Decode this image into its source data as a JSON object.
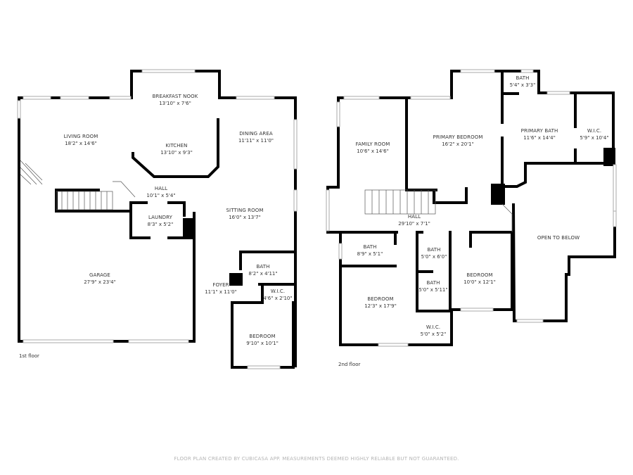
{
  "floors": [
    {
      "name": "1st floor",
      "rooms": [
        {
          "name": "LIVING ROOM",
          "dims": "18'2\" x 14'6\""
        },
        {
          "name": "BREAKFAST NOOK",
          "dims": "13'10\" x 7'6\""
        },
        {
          "name": "KITCHEN",
          "dims": "13'10\" x 9'3\""
        },
        {
          "name": "DINING AREA",
          "dims": "11'11\" x 11'0\""
        },
        {
          "name": "HALL",
          "dims": "10'1\" x 5'4\""
        },
        {
          "name": "LAUNDRY",
          "dims": "8'3\" x 5'2\""
        },
        {
          "name": "SITTING ROOM",
          "dims": "16'0\" x 13'7\""
        },
        {
          "name": "GARAGE",
          "dims": "27'9\" x 23'4\""
        },
        {
          "name": "BATH",
          "dims": "8'2\" x 4'11\""
        },
        {
          "name": "FOYER",
          "dims": "11'1\" x 11'0\""
        },
        {
          "name": "W.I.C.",
          "dims": "4'6\" x 2'10\""
        },
        {
          "name": "BEDROOM",
          "dims": "9'10\" x 10'1\""
        }
      ]
    },
    {
      "name": "2nd floor",
      "rooms": [
        {
          "name": "FAMILY ROOM",
          "dims": "10'6\" x 14'6\""
        },
        {
          "name": "PRIMARY BEDROOM",
          "dims": "16'2\" x 20'1\""
        },
        {
          "name": "BATH",
          "dims": "5'4\" x 3'3\""
        },
        {
          "name": "PRIMARY BATH",
          "dims": "11'6\" x 14'4\""
        },
        {
          "name": "W.I.C.",
          "dims": "5'9\" x 10'4\""
        },
        {
          "name": "HALL",
          "dims": "29'10\" x 7'1\""
        },
        {
          "name": "OPEN TO BELOW",
          "dims": ""
        },
        {
          "name": "BATH",
          "dims": "8'9\" x 5'1\""
        },
        {
          "name": "BATH",
          "dims": "5'0\" x 6'0\""
        },
        {
          "name": "BATH",
          "dims": "5'0\" x 5'11\""
        },
        {
          "name": "BEDROOM",
          "dims": "10'0\" x 12'1\""
        },
        {
          "name": "BEDROOM",
          "dims": "12'3\" x 17'9\""
        },
        {
          "name": "W.I.C.",
          "dims": "5'0\" x 5'2\""
        }
      ]
    }
  ],
  "footer": "FLOOR PLAN CREATED BY CUBICASA APP. MEASUREMENTS DEEMED HIGHLY RELIABLE BUT NOT GUARANTEED.",
  "colors": {
    "wall": "#000000",
    "window": "#cfcfcf",
    "text": "#333333",
    "footer": "#b5b5b5"
  }
}
